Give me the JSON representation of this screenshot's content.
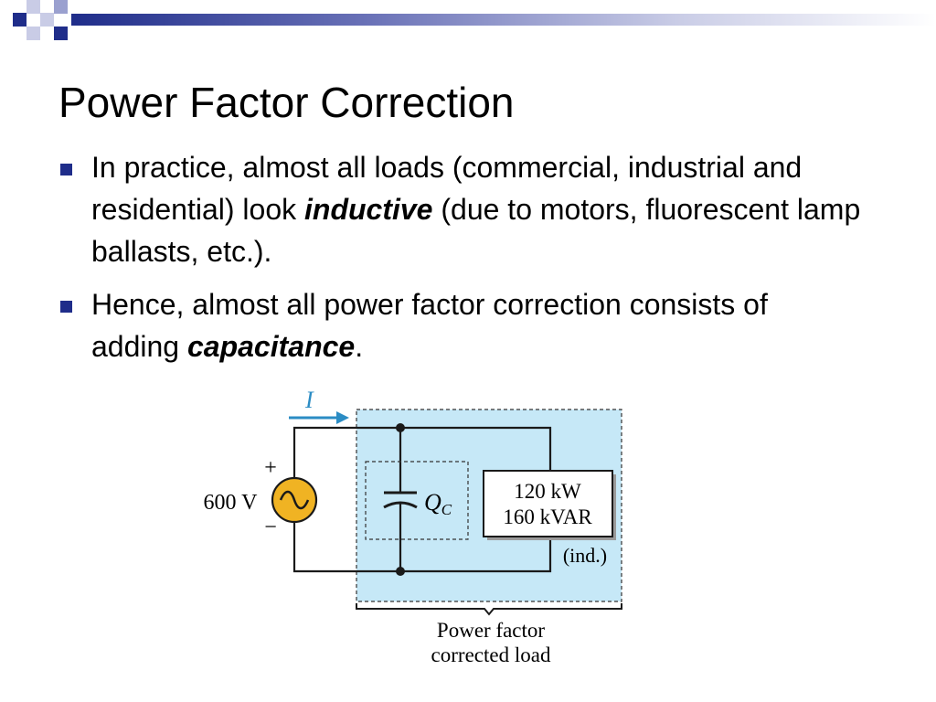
{
  "slide": {
    "title": "Power Factor Correction",
    "accent_color": "#1f2d8a",
    "bullets": [
      {
        "pre": "In practice, almost all loads (commercial, industrial and residential) look ",
        "emphasis": "inductive",
        "post": " (due to motors, fluorescent lamp ballasts, etc.)."
      },
      {
        "pre": "Hence, almost all power factor correction consists of adding ",
        "emphasis": "capacitance",
        "post": "."
      }
    ]
  },
  "circuit": {
    "current_label": "I",
    "source_label": "600 V",
    "plus_sign": "+",
    "minus_sign": "−",
    "capacitor_label": "Q",
    "capacitor_subscript": "C",
    "load_line1": "120 kW",
    "load_line2": "160 kVAR",
    "load_note": "(ind.)",
    "caption_line1": "Power factor",
    "caption_line2": "corrected load",
    "colors": {
      "shade": "#c6e8f7",
      "arrow": "#2b8cc4",
      "source_fill": "#f0b323",
      "wire": "#1a1a1a"
    }
  }
}
